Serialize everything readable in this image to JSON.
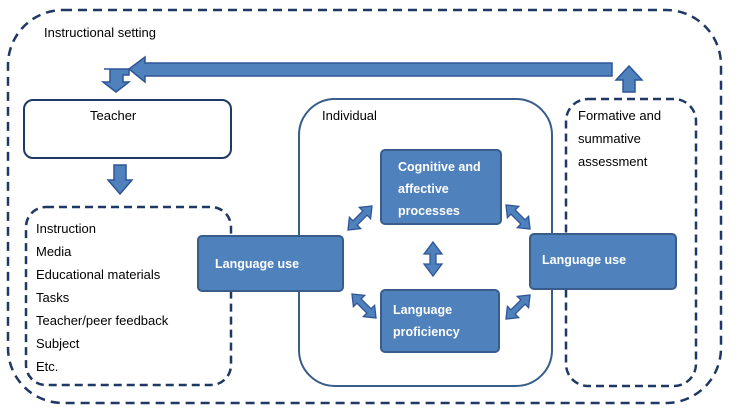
{
  "instructional_setting": "Instructional setting",
  "teacher": "Teacher",
  "individual": "Individual",
  "assessment": {
    "lines": [
      "Formative and",
      "summative",
      "assessment"
    ]
  },
  "teacher_inputs": [
    "Instruction",
    "Media",
    "Educational materials",
    "Tasks",
    "Teacher/peer feedback",
    "Subject",
    "Etc."
  ],
  "language_use_left": "Language use",
  "language_use_right": "Language use",
  "cognitive": {
    "lines": [
      "Cognitive and",
      "affective",
      "processes"
    ]
  },
  "proficiency": {
    "lines": [
      "Language",
      "proficiency"
    ]
  },
  "colors": {
    "box_fill": "#4f81bd",
    "box_stroke": "#385d8a",
    "dash_stroke": "#1f3864",
    "frame_stroke": "#385d8a"
  }
}
